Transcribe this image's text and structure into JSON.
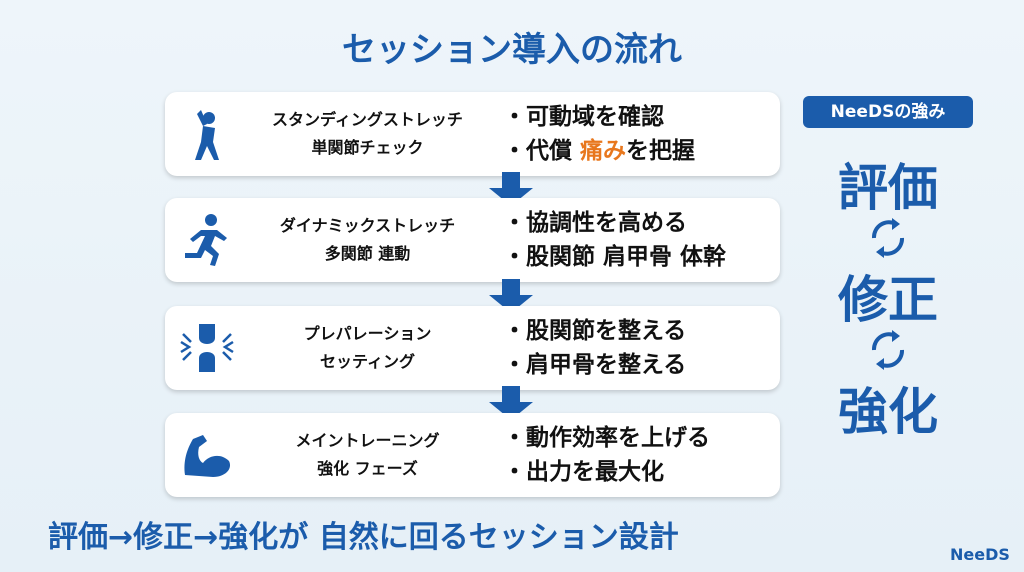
{
  "title": "セッション導入の流れ",
  "steps": [
    {
      "name1": "スタンディングストレッチ",
      "name2": "単関節チェック",
      "icon": "stretching-person-icon",
      "b1": "・可動域を確認",
      "b2_pre": "・代償 ",
      "b2_hl": "痛み",
      "b2_post": "を把握"
    },
    {
      "name1": "ダイナミックストレッチ",
      "name2": "多関節 連動",
      "icon": "running-person-icon",
      "b1": "・協調性を高める",
      "b2": "・股関節 肩甲骨 体幹"
    },
    {
      "name1": "プレパレーション",
      "name2": "セッティング",
      "icon": "joint-icon",
      "b1": "・股関節を整える",
      "b2": "・肩甲骨を整える"
    },
    {
      "name1": "メイントレーニング",
      "name2": "強化 フェーズ",
      "icon": "flexed-arm-icon",
      "b1": "・動作効率を上げる",
      "b2": "・出力を最大化"
    }
  ],
  "side": {
    "badge": "NeeDSの強み",
    "items": [
      "評価",
      "修正",
      "強化"
    ]
  },
  "bottom": "評価→修正→強化が 自然に回るセッション設計",
  "logo": "NeeDS",
  "colors": {
    "primary": "#1b5cab",
    "highlight": "#e8771d"
  }
}
